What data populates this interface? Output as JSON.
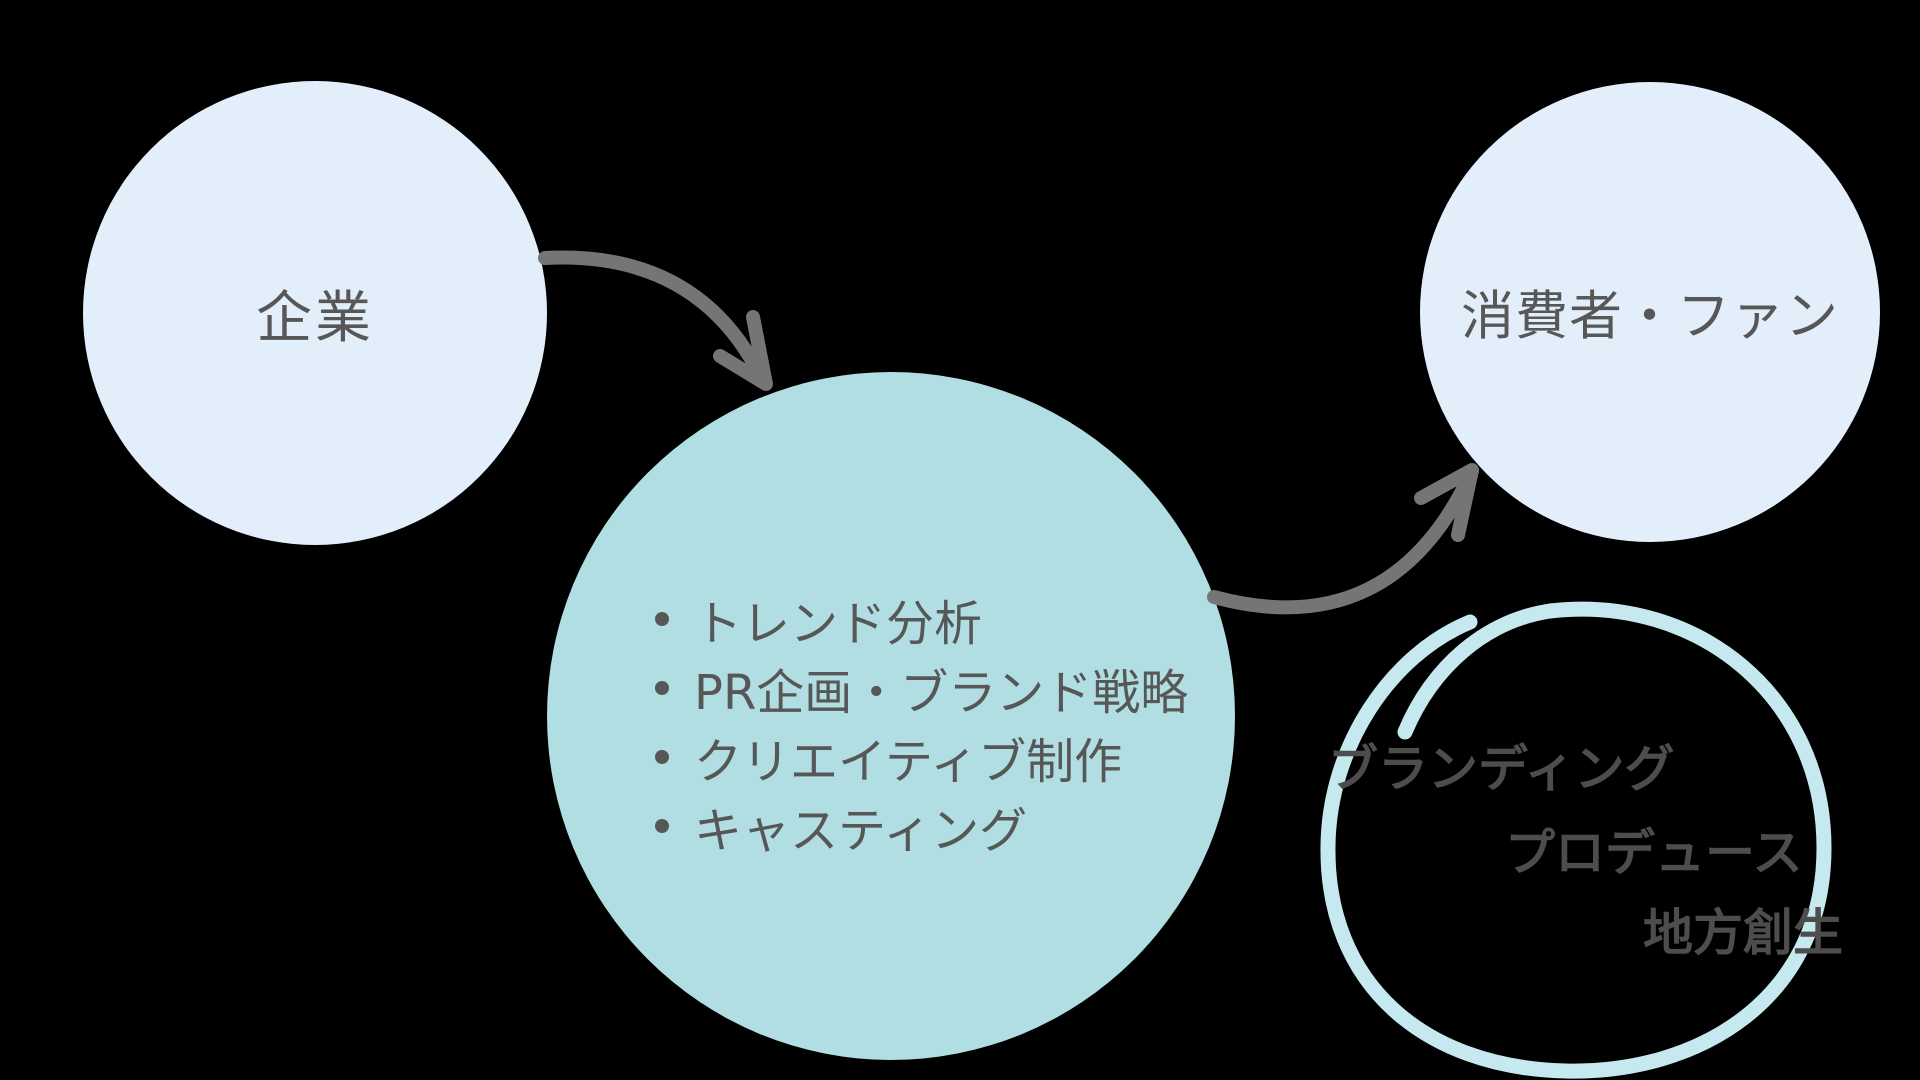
{
  "colors": {
    "background": "#000000",
    "node_light_blue": "#e3eefb",
    "node_teal": "#b0dee3",
    "annotation_circle_stroke": "#c5e9ef",
    "arrow": "#757575",
    "label_text": "#575757",
    "annotation_text": "#4d4d4d"
  },
  "nodes": {
    "company": {
      "label": "企業"
    },
    "agency": {
      "services": [
        "トレンド分析",
        "PR企画・ブランド戦略",
        "クリエイティブ制作",
        "キャスティング"
      ]
    },
    "consumer": {
      "label": "消費者・ファン"
    }
  },
  "annotation": {
    "lines": [
      "ブランディング",
      "プロデュース",
      "地方創生"
    ]
  }
}
